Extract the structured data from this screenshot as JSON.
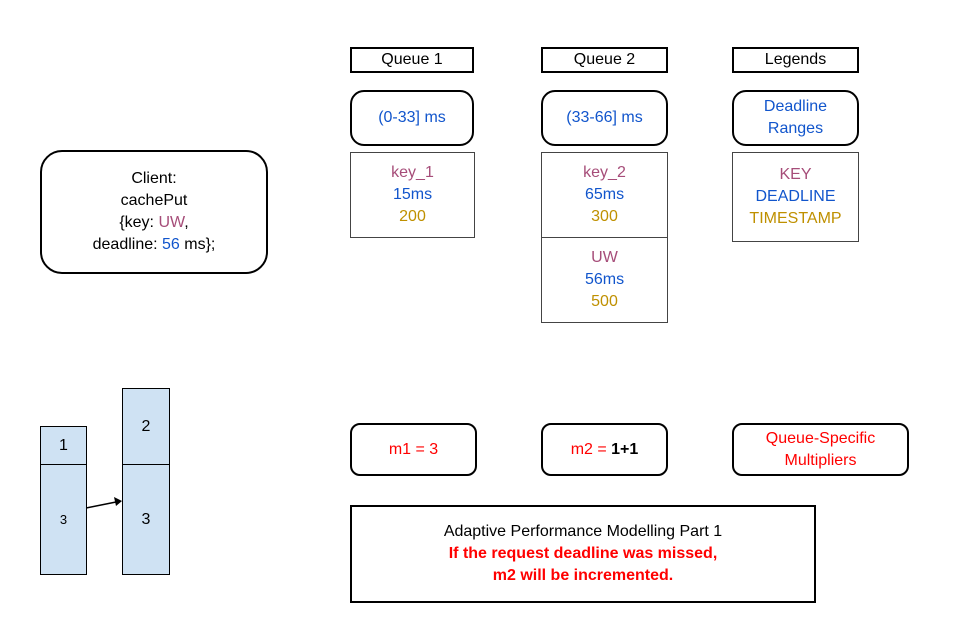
{
  "client": {
    "line1": "Client:",
    "line2": "cachePut",
    "key_prefix": "{key: ",
    "key_value": "UW",
    "key_suffix": ",",
    "deadline_prefix": "deadline: ",
    "deadline_value": "56",
    "deadline_suffix": " ms};"
  },
  "queues": [
    {
      "header": "Queue 1",
      "range": "(0-33] ms",
      "entries": [
        {
          "key": "key_1",
          "deadline": "15ms",
          "timestamp": "200"
        }
      ],
      "multiplier_prefix": "m1 = 3",
      "multiplier_bold": ""
    },
    {
      "header": "Queue 2",
      "range": "(33-66] ms",
      "entries": [
        {
          "key": "key_2",
          "deadline": "65ms",
          "timestamp": "300"
        },
        {
          "key": "UW",
          "deadline": "56ms",
          "timestamp": "500"
        }
      ],
      "multiplier_prefix": "m2 = ",
      "multiplier_bold": "1+1"
    }
  ],
  "legend": {
    "header": "Legends",
    "ranges_line1": "Deadline",
    "ranges_line2": "Ranges",
    "key_label": "KEY",
    "deadline_label": "DEADLINE",
    "timestamp_label": "TIMESTAMP",
    "multipliers_line1": "Queue-Specific",
    "multipliers_line2": "Multipliers"
  },
  "bars": {
    "left_top": "1",
    "left_bottom": "3",
    "right_top": "2",
    "right_bottom": "3"
  },
  "summary": {
    "title": "Adaptive Performance Modelling Part 1",
    "line1": "If the request deadline was missed,",
    "line2": "m2 will be incremented."
  },
  "colors": {
    "key": "#a64d79",
    "deadline": "#1155cc",
    "timestamp": "#bf9000",
    "highlight": "#ff0000",
    "bar_fill": "#cfe2f3"
  }
}
